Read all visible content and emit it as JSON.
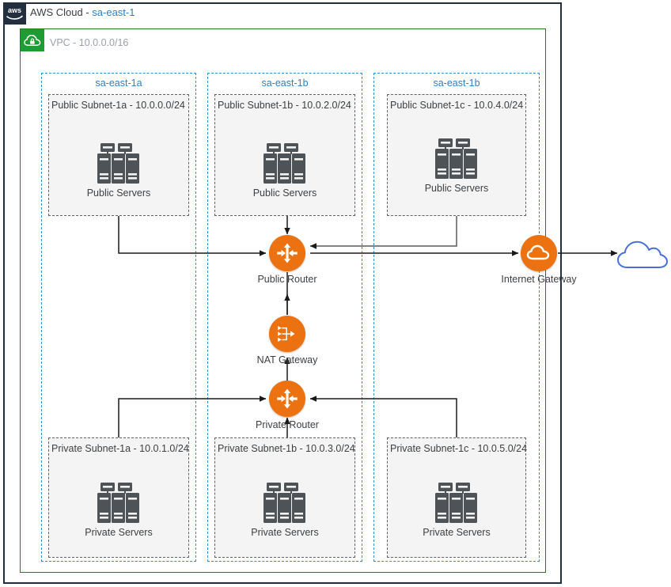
{
  "diagram": {
    "title": "AWS Cloud",
    "region": "sa-east-1",
    "title_separator": " - ",
    "aws_logo_text": "aws",
    "vpc": {
      "label": "VPC - 10.0.0.0/16",
      "icon": "vpc-cloud-lock-icon",
      "border_color": "#1f7d20",
      "badge_color": "#1f9b34"
    },
    "colors": {
      "aws_frame": "#232f3e",
      "vpc_green": "#1f7d20",
      "az_blue": "#2f8fd0",
      "az_label_blue": "#2f80c4",
      "node_orange": "#ec7211",
      "subnet_gray": "#5f6368",
      "subnet_fill": "#f4f4f4",
      "server_dark": "#4d5357",
      "internet_cloud": "#4a6fd4",
      "connector": "#1a1a1a",
      "muted_text": "#9aa0a6"
    }
  },
  "availability_zones": [
    {
      "label": "sa-east-1a"
    },
    {
      "label": "sa-east-1b"
    },
    {
      "label": "sa-east-1b"
    }
  ],
  "public_subnets": [
    {
      "label": "Public Subnet-1a - 10.0.0.0/24",
      "servers_label": "Public Servers",
      "icon": "servers-icon"
    },
    {
      "label": "Public Subnet-1b - 10.0.2.0/24",
      "servers_label": "Public Servers",
      "icon": "servers-icon"
    },
    {
      "label": "Public Subnet-1c - 10.0.4.0/24",
      "servers_label": "Public Servers",
      "icon": "servers-icon"
    }
  ],
  "private_subnets": [
    {
      "label": "Private Subnet-1a - 10.0.1.0/24",
      "servers_label": "Private Servers",
      "icon": "servers-icon"
    },
    {
      "label": "Private Subnet-1b - 10.0.3.0/24",
      "servers_label": "Private Servers",
      "icon": "servers-icon"
    },
    {
      "label": "Private Subnet-1c - 10.0.5.0/24",
      "servers_label": "Private Servers",
      "icon": "servers-icon"
    }
  ],
  "nodes": [
    {
      "id": "public-router",
      "label": "Public Router",
      "icon": "router-four-arrow-icon"
    },
    {
      "id": "nat-gateway",
      "label": "NAT Gateway",
      "icon": "nat-gateway-merge-icon"
    },
    {
      "id": "private-router",
      "label": "Private Router",
      "icon": "router-four-arrow-icon"
    },
    {
      "id": "internet-gateway",
      "label": "Internet Gateway",
      "icon": "internet-gateway-cloud-icon"
    }
  ],
  "internet": {
    "icon": "internet-cloud-icon",
    "label": ""
  }
}
